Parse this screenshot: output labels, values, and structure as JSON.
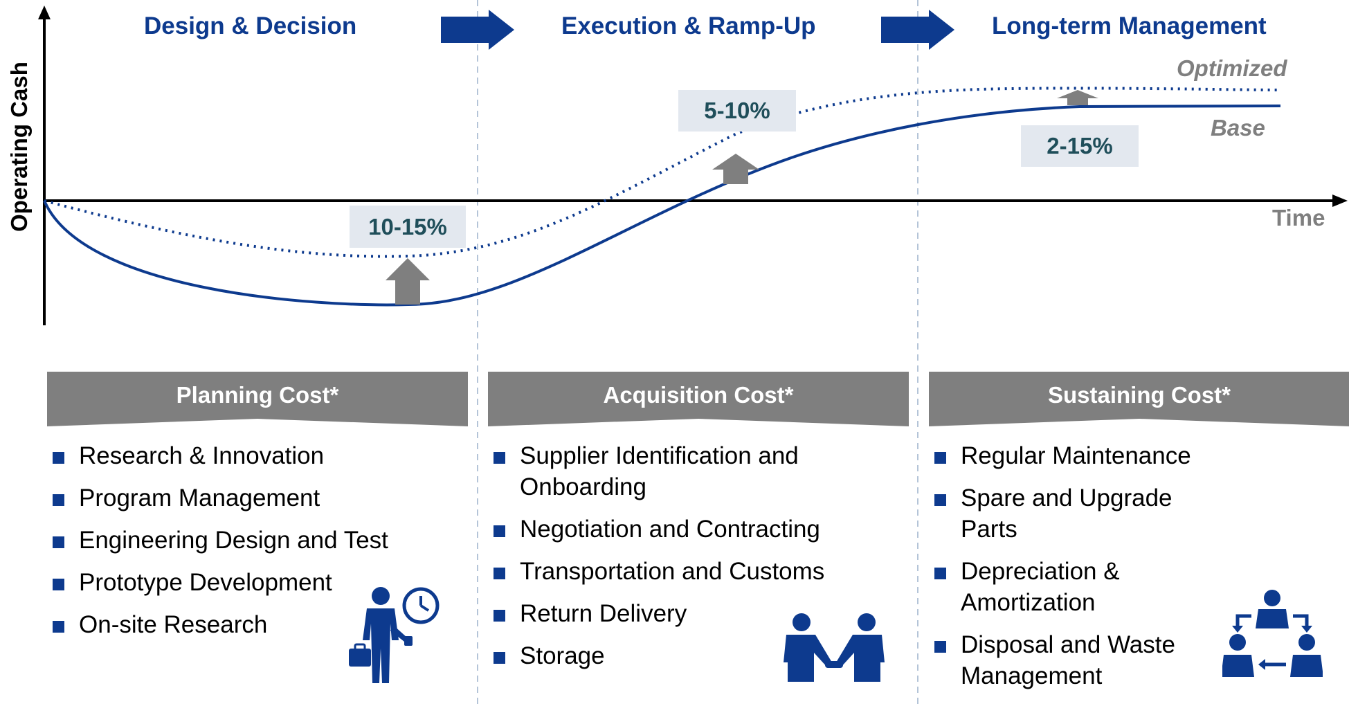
{
  "phases": [
    {
      "label": "Design & Decision"
    },
    {
      "label": "Execution & Ramp-Up"
    },
    {
      "label": "Long-term Management"
    }
  ],
  "axes": {
    "y": "Operating Cash",
    "x": "Time"
  },
  "series": {
    "optimized": "Optimized",
    "base": "Base"
  },
  "improvements": [
    {
      "label": "10-15%"
    },
    {
      "label": "5-10%"
    },
    {
      "label": "2-15%"
    }
  ],
  "cost_columns": [
    {
      "title": "Planning Cost*",
      "items": [
        "Research & Innovation",
        "Program Management",
        "Engineering Design and Test",
        "Prototype Development",
        "On-site Research"
      ],
      "icon": "businessman-clock-icon"
    },
    {
      "title": "Acquisition Cost*",
      "items": [
        "Supplier Identification and Onboarding",
        "Negotiation and Contracting",
        "Transportation and Customs",
        "Return Delivery",
        "Storage"
      ],
      "icon": "handshake-icon"
    },
    {
      "title": "Sustaining Cost*",
      "items": [
        "Regular Maintenance",
        "Spare and Upgrade Parts",
        "Depreciation & Amortization",
        "Disposal and Waste Management"
      ],
      "icon": "team-cycle-icon"
    }
  ],
  "colors": {
    "primary": "#0d3a8e",
    "gray": "#7f7f7f",
    "label_bg": "#e3e8ef",
    "label_text": "#1f4e5a"
  }
}
